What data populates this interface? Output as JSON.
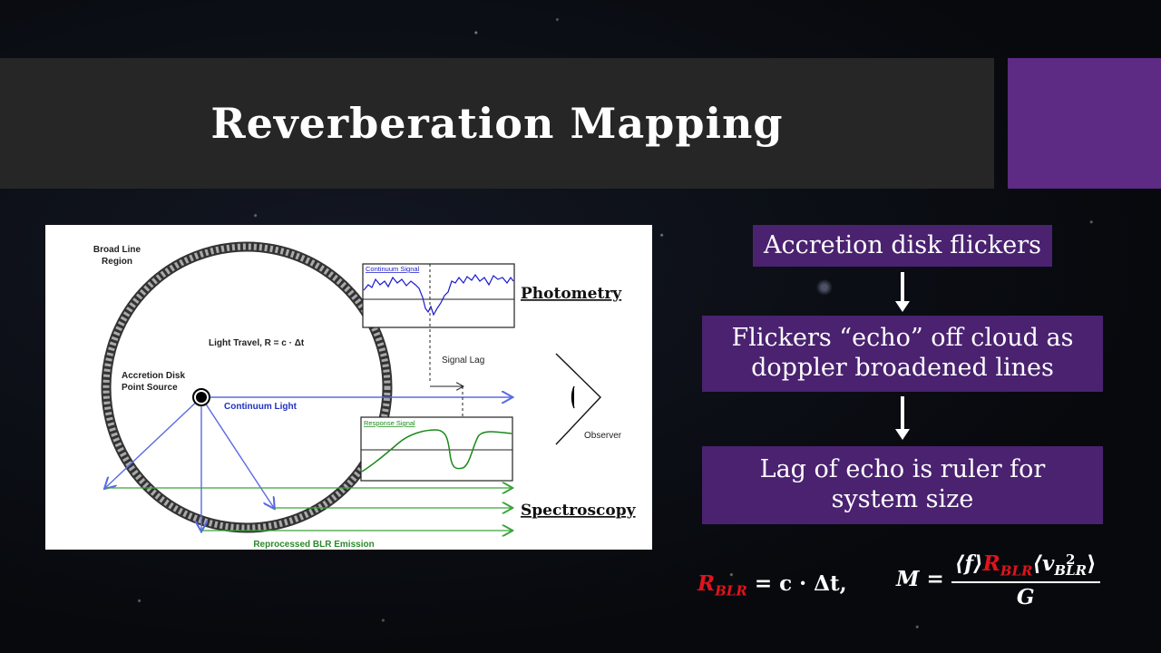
{
  "slide": {
    "title": "Reverberation Mapping"
  },
  "figure": {
    "broad_line_region_1": "Broad Line",
    "broad_line_region_2": "Region",
    "light_travel": "Light Travel, R = c · Δt",
    "accretion_disk_1": "Accretion Disk",
    "accretion_disk_2": "Point Source",
    "continuum_light": "Continuum Light",
    "continuum_signal": "Continuum Signal",
    "signal_lag": "Signal Lag",
    "response_signal": "Response Signal",
    "observer": "Observer",
    "reprocessed": "Reprocessed BLR Emission",
    "photometry": "Photometry",
    "spectroscopy": "Spectroscopy"
  },
  "flow": {
    "step1": "Accretion disk flickers",
    "step2": "Flickers “echo” off cloud as doppler broadened lines",
    "step3": "Lag of  echo is ruler for system size"
  },
  "formulas": {
    "f1_lhs": "R",
    "f1_lhs_sub": "BLR",
    "f1_rhs": " = c · Δt,",
    "f2_lhs": "M = ",
    "f2_num_a": "⟨f⟩",
    "f2_num_r": "R",
    "f2_num_r_sub": "BLR",
    "f2_num_b": "⟨v",
    "f2_num_b_sup": "2",
    "f2_num_b_sub": "BLR",
    "f2_num_c": "⟩",
    "f2_den": "G"
  },
  "colors": {
    "title_bar": "#262626",
    "accent_purple": "#5d2a84",
    "flow_box": "#4a2270",
    "formula_red": "#e0141c",
    "continuum_blue": "#1a1ad0",
    "response_green": "#1a8a1a"
  }
}
